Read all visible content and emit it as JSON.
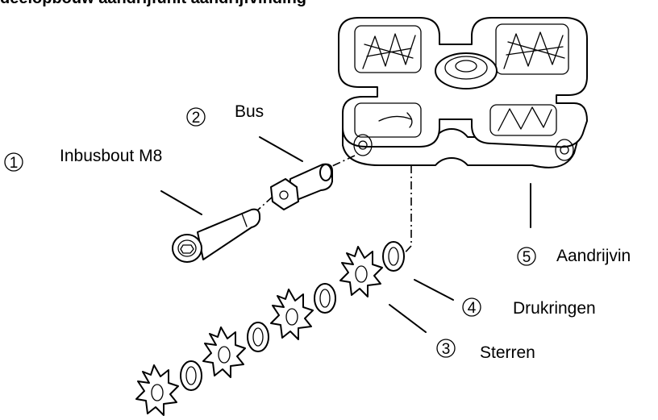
{
  "title": "deelopbouw aandrijfunit aandrijfvinding",
  "parts": [
    {
      "number": "1",
      "name": "Inbusbout M8"
    },
    {
      "number": "2",
      "name": "Bus"
    },
    {
      "number": "3",
      "name": "Sterren"
    },
    {
      "number": "4",
      "name": "Drukringen"
    },
    {
      "number": "5",
      "name": "Aandrijvin"
    }
  ]
}
